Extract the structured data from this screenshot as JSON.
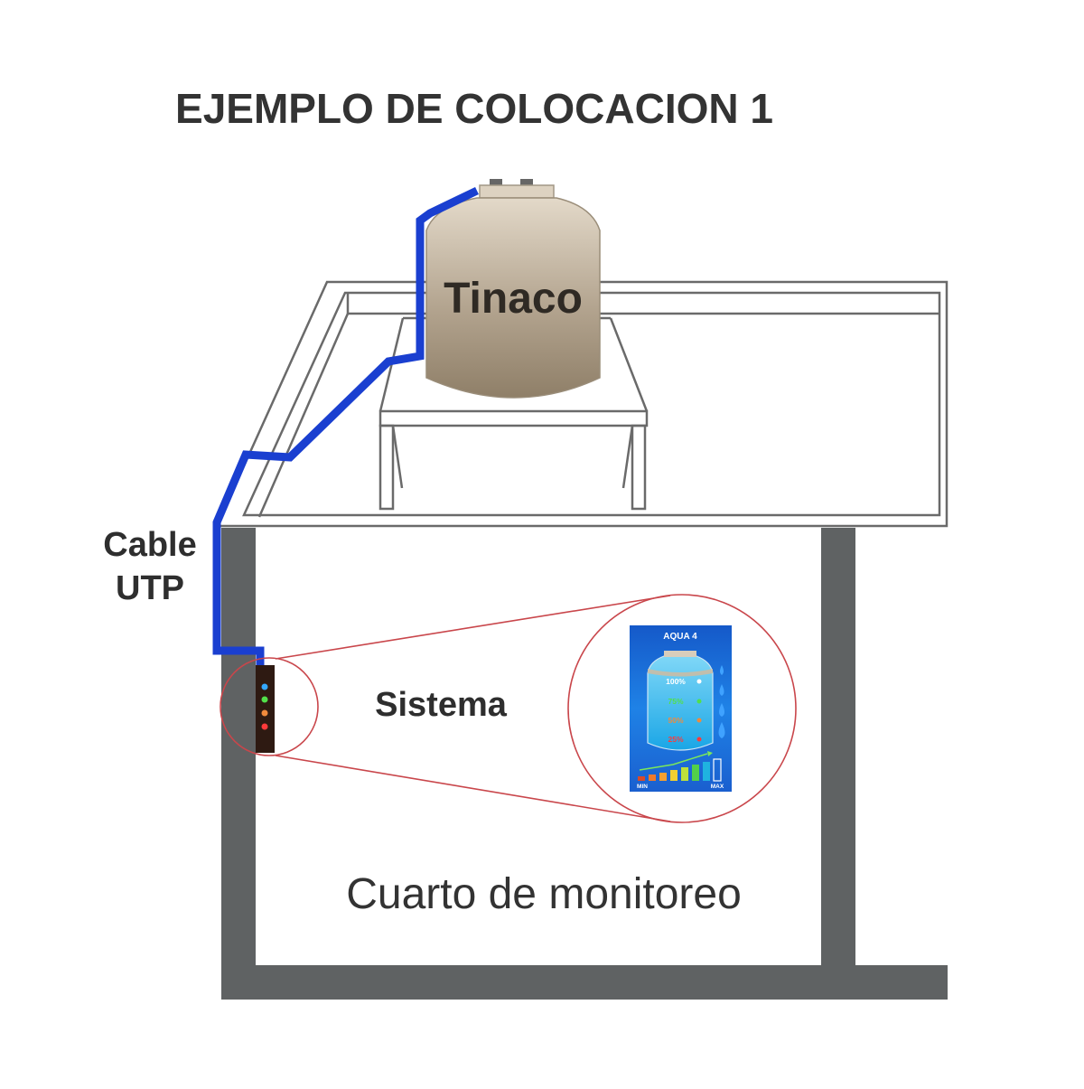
{
  "title": "EJEMPLO DE COLOCACION 1",
  "labels": {
    "tank": "Tinaco",
    "cable_line1": "Cable",
    "cable_line2": "UTP",
    "system": "Sistema",
    "room": "Cuarto de monitoreo"
  },
  "device": {
    "brand": "AQUA 4",
    "levels": [
      "100%",
      "75%",
      "50%",
      "25%"
    ],
    "scale_min": "MIN",
    "scale_max": "MAX"
  },
  "colors": {
    "cable": "#1a3fd0",
    "wall": "#5f6263",
    "roof_outline": "#6a6a6a",
    "tank": "#b3a48f",
    "callout": "#c9464b",
    "device_bg": "#1d6fd6",
    "level_100": "#ffffff",
    "level_75": "#52e04a",
    "level_50": "#f08a3c",
    "level_25": "#ff3a3a"
  }
}
